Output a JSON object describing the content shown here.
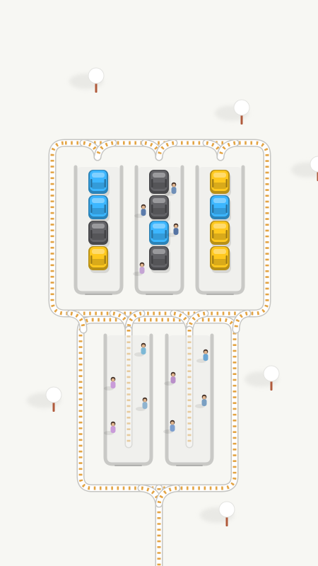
{
  "game": {
    "title": "",
    "colors": {
      "background": "#f7f7f3",
      "rail": "#d4d4d2",
      "sleeper": "#e3a444",
      "lane_wall": "#c9c9c6",
      "lane_floor": "#ebebe8",
      "blue": "#3cb6ff",
      "yellow": "#ffc81e",
      "dark": "#646468",
      "tree": "#ffffff",
      "trunk": "#b05a3b"
    },
    "parking_columns": [
      {
        "name": "left",
        "wagons": [
          "blue",
          "blue",
          "dark",
          "yellow"
        ]
      },
      {
        "name": "middle",
        "wagons": [
          "dark",
          "dark",
          "blue",
          "dark"
        ]
      },
      {
        "name": "right",
        "wagons": [
          "yellow",
          "blue",
          "yellow",
          "yellow"
        ]
      }
    ],
    "waiting_passengers": [
      {
        "zone": "upper",
        "shirt": "#6f8fb8"
      },
      {
        "zone": "upper",
        "shirt": "#5b7bab"
      },
      {
        "zone": "upper",
        "shirt": "#5674a3"
      },
      {
        "zone": "upper",
        "shirt": "#c4a4d4"
      },
      {
        "zone": "lower",
        "shirt": "#c99bd9"
      },
      {
        "zone": "lower",
        "shirt": "#c99bd9"
      },
      {
        "zone": "lower",
        "shirt": "#7cb8d6"
      },
      {
        "zone": "lower",
        "shirt": "#8fb4d0"
      },
      {
        "zone": "lower",
        "shirt": "#b98fc9"
      },
      {
        "zone": "lower",
        "shirt": "#7d9fcf"
      },
      {
        "zone": "lower",
        "shirt": "#6aa6d4"
      },
      {
        "zone": "lower",
        "shirt": "#7a9fc2"
      },
      {
        "zone": "lower",
        "shirt": "#7aaed8"
      }
    ],
    "trees": 6
  }
}
